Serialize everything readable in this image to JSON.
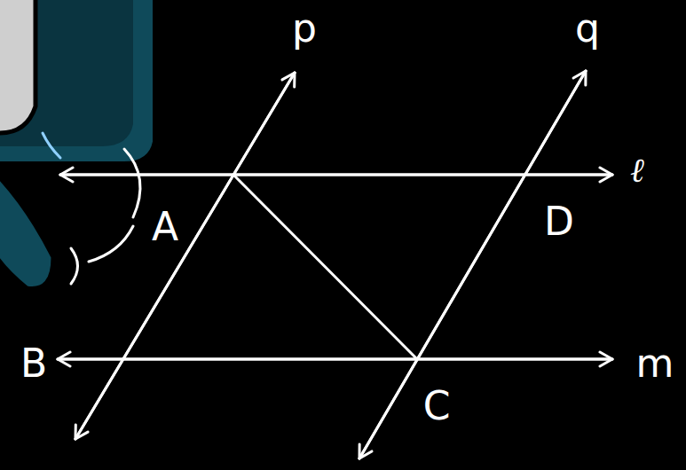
{
  "diagram": {
    "labels": [
      "p",
      "q",
      "ℓ",
      "A",
      "D",
      "B",
      "m",
      "C"
    ]
  }
}
